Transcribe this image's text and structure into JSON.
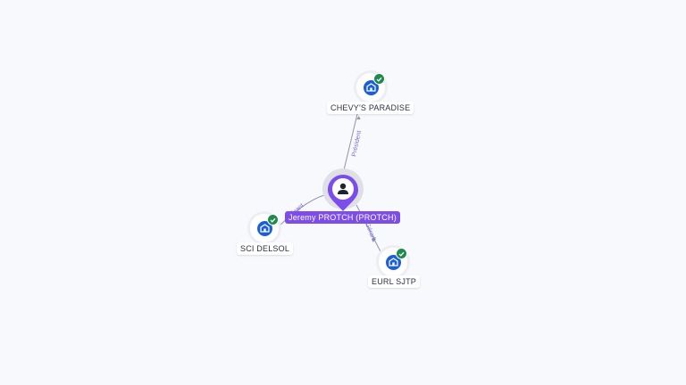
{
  "graph": {
    "center_person": {
      "label": "Jeremy PROTCH (PROTCH)",
      "icon": "person-icon",
      "accent_color": "#7c4dea"
    },
    "companies": [
      {
        "id": "chevys",
        "label": "CHEVY'S PARADISE",
        "icon": "building-icon",
        "verified": true
      },
      {
        "id": "scidelsol",
        "label": "SCI DELSOL",
        "icon": "building-icon",
        "verified": true
      },
      {
        "id": "eurlsjtp",
        "label": "EURL SJTP",
        "icon": "building-icon",
        "verified": true
      }
    ],
    "relations": [
      {
        "to": "chevys",
        "label": "Président"
      },
      {
        "to": "scidelsol",
        "label": "Gérant"
      },
      {
        "to": "eurlsjtp",
        "label": "Gérant"
      }
    ],
    "colors": {
      "company_icon": "#1b5fd6",
      "verified_badge": "#1f8a4c",
      "edge": "#8f93a6",
      "edge_label": "#7a6fd8"
    }
  }
}
